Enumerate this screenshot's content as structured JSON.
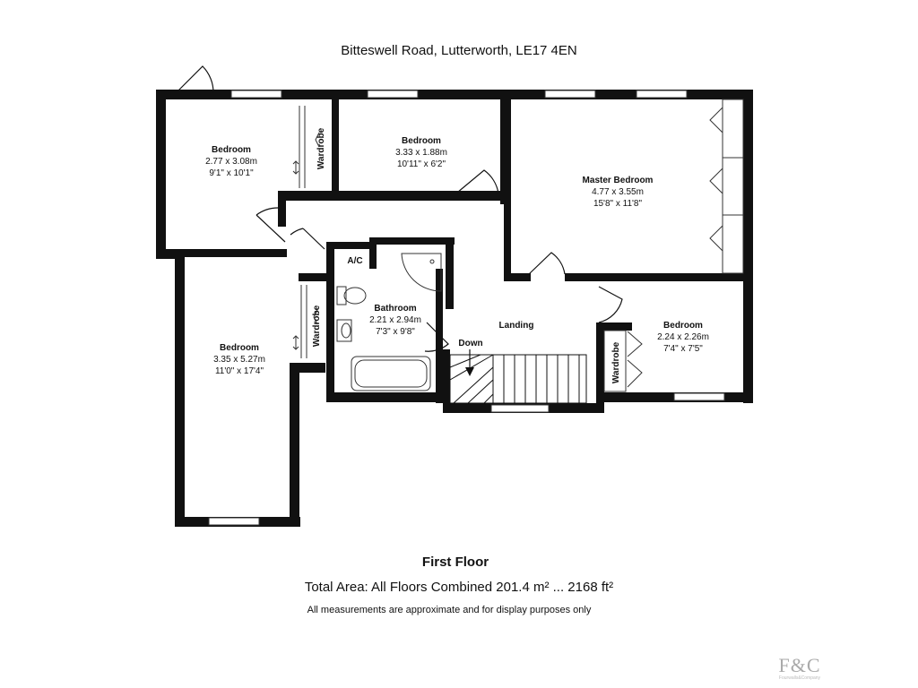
{
  "header": {
    "address": "Bitteswell Road, Lutterworth, LE17 4EN"
  },
  "footer": {
    "floor_name": "First Floor",
    "total_area": "Total Area: All Floors Combined 201.4 m² ... 2168 ft²",
    "disclaimer": "All measurements are approximate and for display purposes only"
  },
  "logo": {
    "mark": "F&C",
    "tagline": "Fourwalls&Company"
  },
  "rooms": {
    "bedroom_nw": {
      "name": "Bedroom",
      "metric": "2.77 x 3.08m",
      "imperial": "9'1\" x 10'1\""
    },
    "bedroom_n": {
      "name": "Bedroom",
      "metric": "3.33 x 1.88m",
      "imperial": "10'11\" x 6'2\""
    },
    "master": {
      "name": "Master Bedroom",
      "metric": "4.77 x 3.55m",
      "imperial": "15'8\" x 11'8\""
    },
    "bedroom_sw": {
      "name": "Bedroom",
      "metric": "3.35 x 5.27m",
      "imperial": "11'0\" x 17'4\""
    },
    "bathroom": {
      "name": "Bathroom",
      "metric": "2.21 x 2.94m",
      "imperial": "7'3\" x 9'8\""
    },
    "bedroom_se": {
      "name": "Bedroom",
      "metric": "2.24 x 2.26m",
      "imperial": "7'4\" x 7'5\""
    },
    "landing": {
      "name": "Landing"
    }
  },
  "labels": {
    "wardrobe": "Wardrobe",
    "ac": "A/C",
    "down": "Down"
  }
}
